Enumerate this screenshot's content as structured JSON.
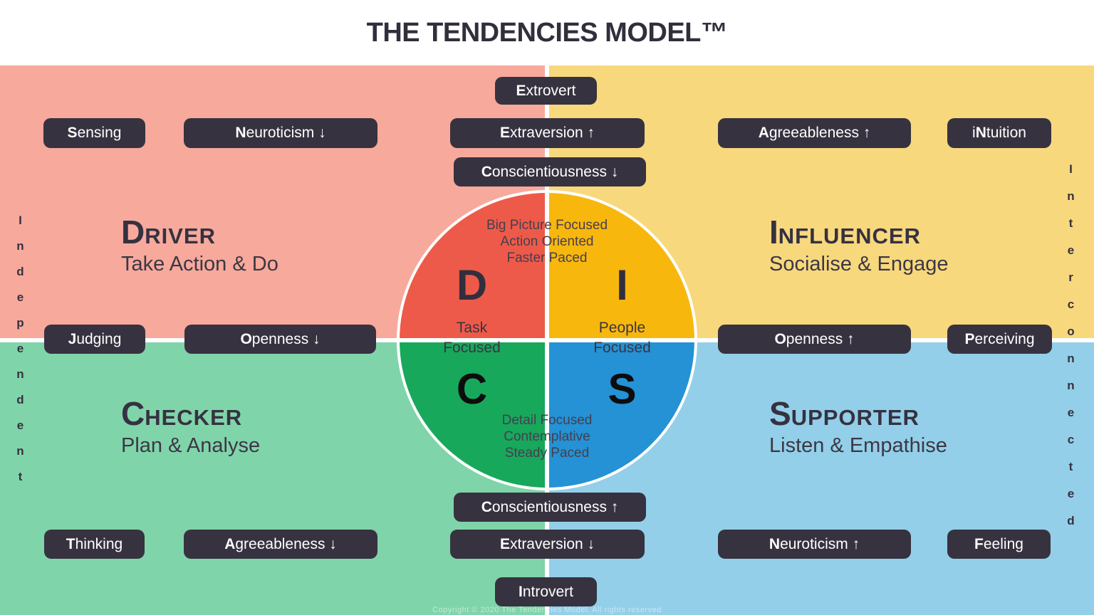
{
  "title": "THE TENDENCIES MODEL™",
  "colors": {
    "pink": "#f7a99c",
    "yellow": "#f8d87d",
    "green": "#80d4aa",
    "blue": "#93cfe9",
    "circle-red": "#ee5a49",
    "circle-gold": "#f8b70d",
    "circle-green": "#17a85c",
    "circle-blue": "#2492d5",
    "pill": "#37323f",
    "ink": "#363140"
  },
  "axis": {
    "left": "Independent",
    "right": "Interconnected"
  },
  "quadrants": {
    "driver": {
      "initial": "D",
      "rest": "RIVER",
      "subtitle": "Take Action & Do"
    },
    "influencer": {
      "initial": "I",
      "rest": "NFLUENCER",
      "subtitle": "Socialise & Engage"
    },
    "checker": {
      "initial": "C",
      "rest": "HECKER",
      "subtitle": "Plan & Analyse"
    },
    "supporter": {
      "initial": "S",
      "rest": "UPPORTER",
      "subtitle": "Listen & Empathise"
    }
  },
  "center": {
    "letters": {
      "d": "D",
      "i": "I",
      "c": "C",
      "s": "S"
    },
    "top_traits": [
      "Big Picture Focused",
      "Action Oriented",
      "Faster Paced"
    ],
    "bottom_traits": [
      "Detail Focused",
      "Contemplative",
      "Steady Paced"
    ],
    "task": {
      "line1": "Task",
      "line2": "Focused"
    },
    "people": {
      "line1": "People",
      "line2": "Focused"
    }
  },
  "pills": {
    "extrovert": {
      "pre": "",
      "key": "E",
      "rest": "xtrovert"
    },
    "sensing": {
      "pre": "",
      "key": "S",
      "rest": "ensing"
    },
    "neuroticism_down": {
      "pre": "",
      "key": "N",
      "rest": "euroticism ↓"
    },
    "extraversion_up": {
      "pre": "",
      "key": "E",
      "rest": "xtraversion ↑"
    },
    "agreeableness_up": {
      "pre": "",
      "key": "A",
      "rest": "greeableness ↑"
    },
    "intuition": {
      "pre": "i",
      "key": "N",
      "rest": "tuition"
    },
    "conscientiousness_down": {
      "pre": "",
      "key": "C",
      "rest": "onscientiousness ↓"
    },
    "judging": {
      "pre": "",
      "key": "J",
      "rest": "udging"
    },
    "openness_down": {
      "pre": "",
      "key": "O",
      "rest": "penness ↓"
    },
    "openness_up": {
      "pre": "",
      "key": "O",
      "rest": "penness ↑"
    },
    "perceiving": {
      "pre": "",
      "key": "P",
      "rest": "erceiving"
    },
    "conscientiousness_up": {
      "pre": "",
      "key": "C",
      "rest": "onscientiousness ↑"
    },
    "extraversion_down": {
      "pre": "",
      "key": "E",
      "rest": "xtraversion ↓"
    },
    "thinking": {
      "pre": "",
      "key": "T",
      "rest": "hinking"
    },
    "agreeableness_down": {
      "pre": "",
      "key": "A",
      "rest": "greeableness ↓"
    },
    "neuroticism_up": {
      "pre": "",
      "key": "N",
      "rest": "euroticism ↑"
    },
    "feeling": {
      "pre": "",
      "key": "F",
      "rest": "eeling"
    },
    "introvert": {
      "pre": "",
      "key": "I",
      "rest": "ntrovert"
    }
  },
  "footer": {
    "text": "Copyright © 2020 The Tendencies Model. All rights reserved"
  }
}
